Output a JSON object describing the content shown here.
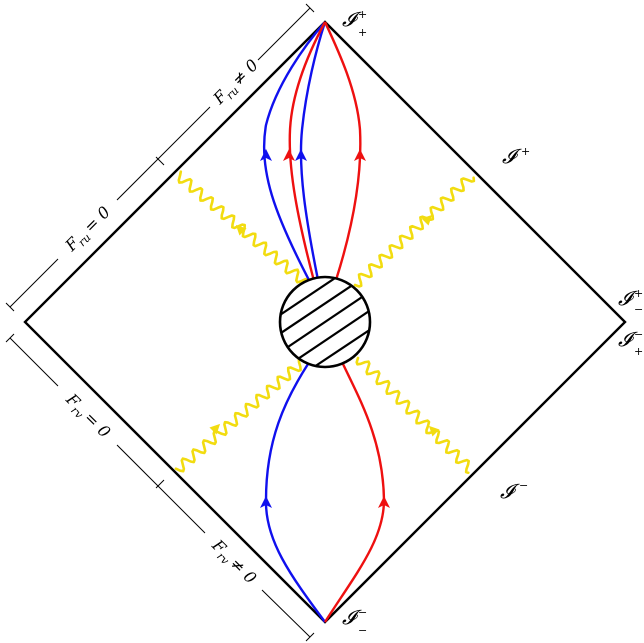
{
  "diagram": {
    "colors": {
      "frame": "#000000",
      "blue": "#1010ee",
      "red": "#ee1010",
      "yellow": "#f2dc10"
    },
    "labels": {
      "scri_top": {
        "main": "𝓘",
        "sup": "+",
        "sub": "+"
      },
      "scri_plus": {
        "main": "𝓘",
        "sup": "+"
      },
      "scri_right_upper": {
        "main": "𝓘",
        "sup": "+",
        "sub": "−"
      },
      "scri_right_lower": {
        "main": "𝓘",
        "sup": "−",
        "sub": "+"
      },
      "scri_minus": {
        "main": "𝓘",
        "sup": "−"
      },
      "scri_bottom": {
        "main": "𝓘",
        "sup": "−",
        "sub": "−"
      }
    },
    "conditions": {
      "fru_nonzero": "F_{ru} ≠ 0",
      "fru_zero": "F_{ru} = 0",
      "frv_zero": "F_{rv} = 0",
      "frv_nonzero": "F_{rv} ≠ 0"
    },
    "condition_parts": {
      "fru_nonzero": {
        "F": "F",
        "sub": "ru",
        "rel": "≠ 0"
      },
      "fru_zero": {
        "F": "F",
        "sub": "ru",
        "rel": "= 0"
      },
      "frv_zero": {
        "F": "F",
        "sub": "rv",
        "rel": "= 0"
      },
      "frv_nonzero": {
        "F": "F",
        "sub": "rv",
        "rel": "≠ 0"
      }
    }
  }
}
